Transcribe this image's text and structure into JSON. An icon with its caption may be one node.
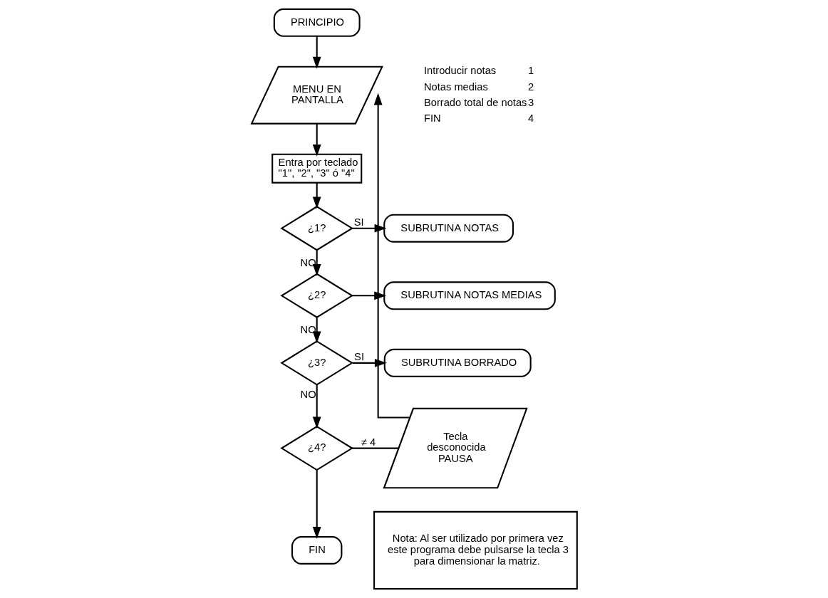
{
  "diagram": {
    "nodes": [
      {
        "text": [
          "PRINCIPIO"
        ]
      },
      {
        "text": [
          "MENU EN PANTALLA"
        ]
      },
      {
        "text": [
          "Entra por teclado \"1\", \"2\", \"3\" ó \"4\""
        ]
      },
      {
        "text": [
          "¿1?"
        ]
      },
      {
        "text": [
          "SUBRUTINA NOTAS"
        ]
      },
      {
        "text": [
          "¿2?"
        ]
      },
      {
        "text": [
          "SUBRUTINA NOTAS MEDIAS"
        ]
      },
      {
        "text": [
          "¿3?"
        ]
      },
      {
        "text": [
          "SUBRUTINA BORRADO"
        ]
      },
      {
        "text": [
          "¿4?"
        ]
      },
      {
        "text": [
          "Tecla desconocida PAUSA"
        ]
      },
      {
        "text": [
          "FIN"
        ]
      },
      {
        "text": [
          "Nota: Al ser utilizado por primera vez este programa debe pulsarse la tecla 3 para dimensionar la matriz."
        ]
      }
    ],
    "edges": [
      {
        "from": 0,
        "to": 1,
        "arrow": "to"
      },
      {
        "from": 1,
        "to": 2,
        "arrow": "to"
      },
      {
        "from": 2,
        "to": 3,
        "arrow": "to"
      },
      {
        "from": 3,
        "to": 4,
        "arrow": "to",
        "label": "SI"
      },
      {
        "from": 3,
        "to": 5,
        "arrow": "to",
        "label": "NO"
      },
      {
        "from": 5,
        "to": 6,
        "arrow": "to"
      },
      {
        "from": 5,
        "to": 7,
        "arrow": "to",
        "label": "NO"
      },
      {
        "from": 7,
        "to": 8,
        "arrow": "to",
        "label": "SI"
      },
      {
        "from": 7,
        "to": 9,
        "arrow": "to",
        "label": "NO"
      },
      {
        "from": 9,
        "to": 10,
        "arrow": "none",
        "label": "≠ 4"
      },
      {
        "from": 9,
        "to": 11,
        "arrow": "to"
      },
      {
        "from": 10,
        "to": 1,
        "arrow": "to"
      }
    ],
    "labels": [
      "Introducir notas",
      "1",
      "Notas medias",
      "2",
      "Borrado total de notas",
      "3",
      "FIN",
      "4"
    ]
  }
}
